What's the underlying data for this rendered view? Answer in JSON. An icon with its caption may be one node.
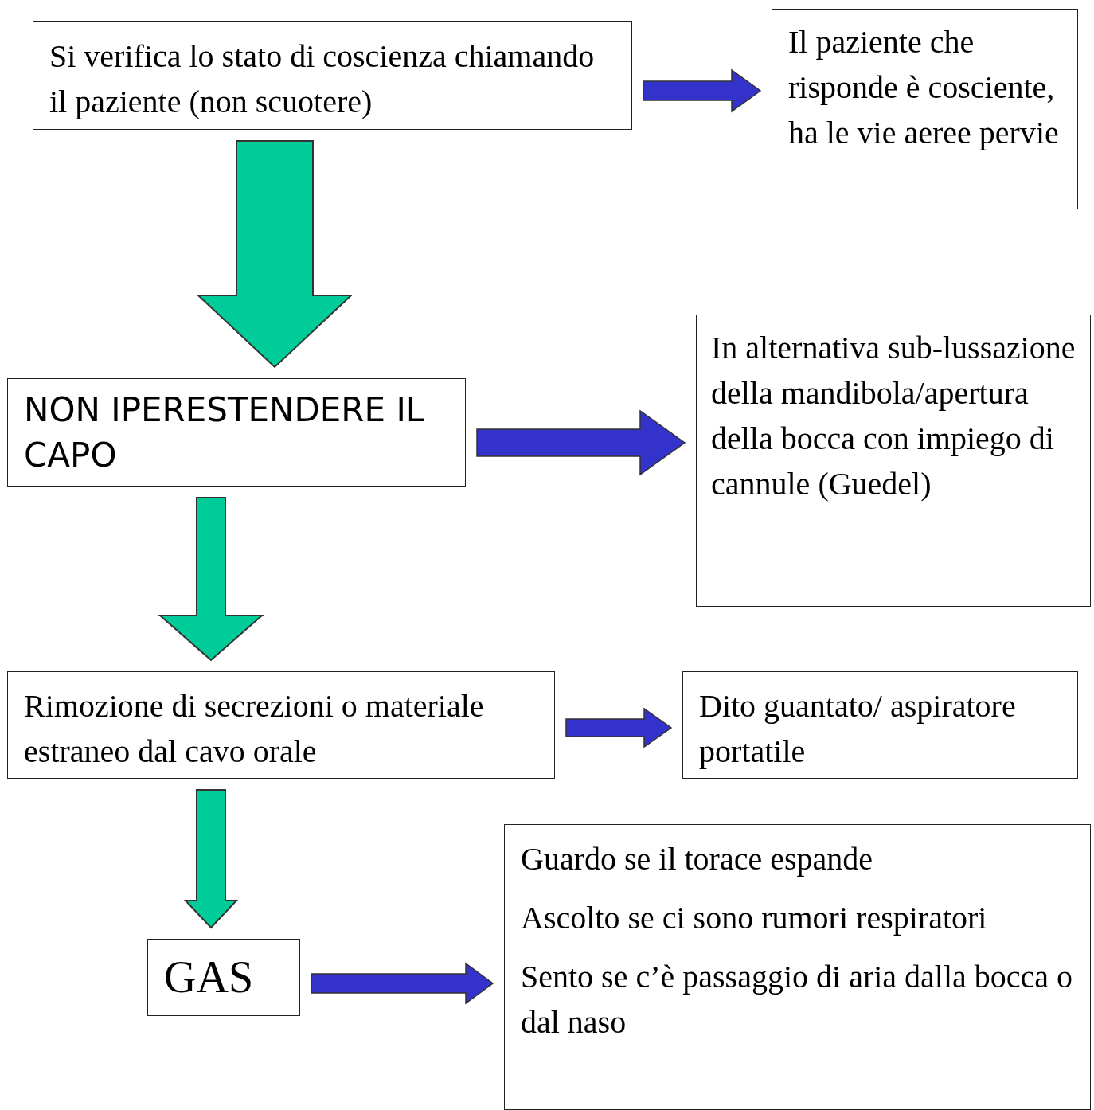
{
  "diagram": {
    "nodes": [
      {
        "text": [
          "Si verifica lo stato di coscienza chiamando il paziente (non scuotere)"
        ]
      },
      {
        "text": [
          "Il paziente che risponde è cosciente, ha le vie aeree pervie"
        ]
      },
      {
        "text": [
          "NON IPERESTENDERE IL CAPO"
        ]
      },
      {
        "text": [
          "In alternativa sub-lussazione della mandibola/apertura della bocca con impiego di cannule (Guedel)"
        ]
      },
      {
        "text": [
          "Rimozione di secrezioni o materiale estraneo dal cavo orale"
        ]
      },
      {
        "text": [
          "Dito guantato/ aspiratore portatile"
        ]
      },
      {
        "text": [
          "GAS"
        ]
      },
      {
        "text": [
          "Guardo se il torace espande",
          "Ascolto se ci sono rumori respiratori",
          "Sento se c’è passaggio di aria dalla bocca o dal naso"
        ]
      }
    ],
    "edges": [
      {
        "from": 0,
        "to": 1,
        "arrow": "to"
      },
      {
        "from": 0,
        "to": 2,
        "arrow": "to",
        "style": "thick",
        "color": "#00cc99"
      },
      {
        "from": 2,
        "to": 3,
        "arrow": "to"
      },
      {
        "from": 2,
        "to": 4,
        "arrow": "to",
        "style": "thick",
        "color": "#00cc99"
      },
      {
        "from": 4,
        "to": 5,
        "arrow": "to"
      },
      {
        "from": 4,
        "to": 6,
        "arrow": "to",
        "style": "thick",
        "color": "#00cc99"
      },
      {
        "from": 6,
        "to": 7,
        "arrow": "to"
      }
    ]
  }
}
